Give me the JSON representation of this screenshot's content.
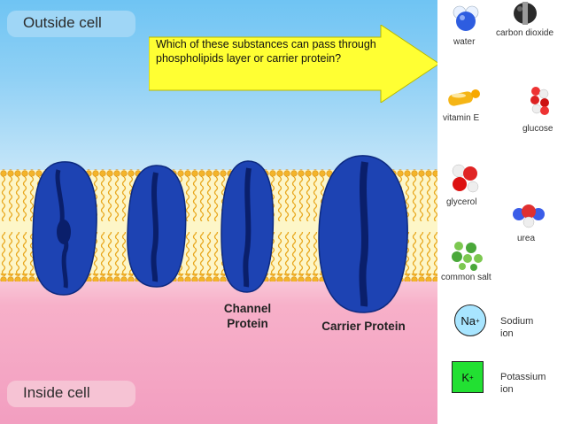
{
  "scene": {
    "outside_label": "Outside cell",
    "inside_label": "Inside cell",
    "question": "Which of these substances can pass through phospholipids layer or carrier protein?",
    "channel_protein_label": "Channel Protein",
    "carrier_protein_label": "Carrier Protein"
  },
  "molecules": [
    {
      "id": "water",
      "label": "water",
      "icon": "water-molecule-icon"
    },
    {
      "id": "carbon_dioxide",
      "label": "carbon dioxide",
      "icon": "carbon-dioxide-molecule-icon"
    },
    {
      "id": "vitamin_e",
      "label": "vitamin E",
      "icon": "vitamin-e-molecule-icon"
    },
    {
      "id": "glucose",
      "label": "glucose",
      "icon": "glucose-molecule-icon"
    },
    {
      "id": "glycerol",
      "label": "glycerol",
      "icon": "glycerol-molecule-icon"
    },
    {
      "id": "urea",
      "label": "urea",
      "icon": "urea-molecule-icon"
    },
    {
      "id": "common_salt",
      "label": "common salt",
      "icon": "common-salt-molecule-icon"
    }
  ],
  "ions": [
    {
      "id": "sodium",
      "symbol": "Na",
      "charge": "+",
      "name_line1": "Sodium",
      "name_line2": "ion",
      "color": "#a8e5ff"
    },
    {
      "id": "potassium",
      "symbol": "K",
      "charge": "+",
      "name_line1": "Potassium",
      "name_line2": "ion",
      "color": "#22e032"
    }
  ],
  "colors": {
    "question_box": "#ffff33",
    "protein": "#1a3fae",
    "membrane_tail": "#f5c020",
    "membrane_head": "#f3a11a"
  }
}
